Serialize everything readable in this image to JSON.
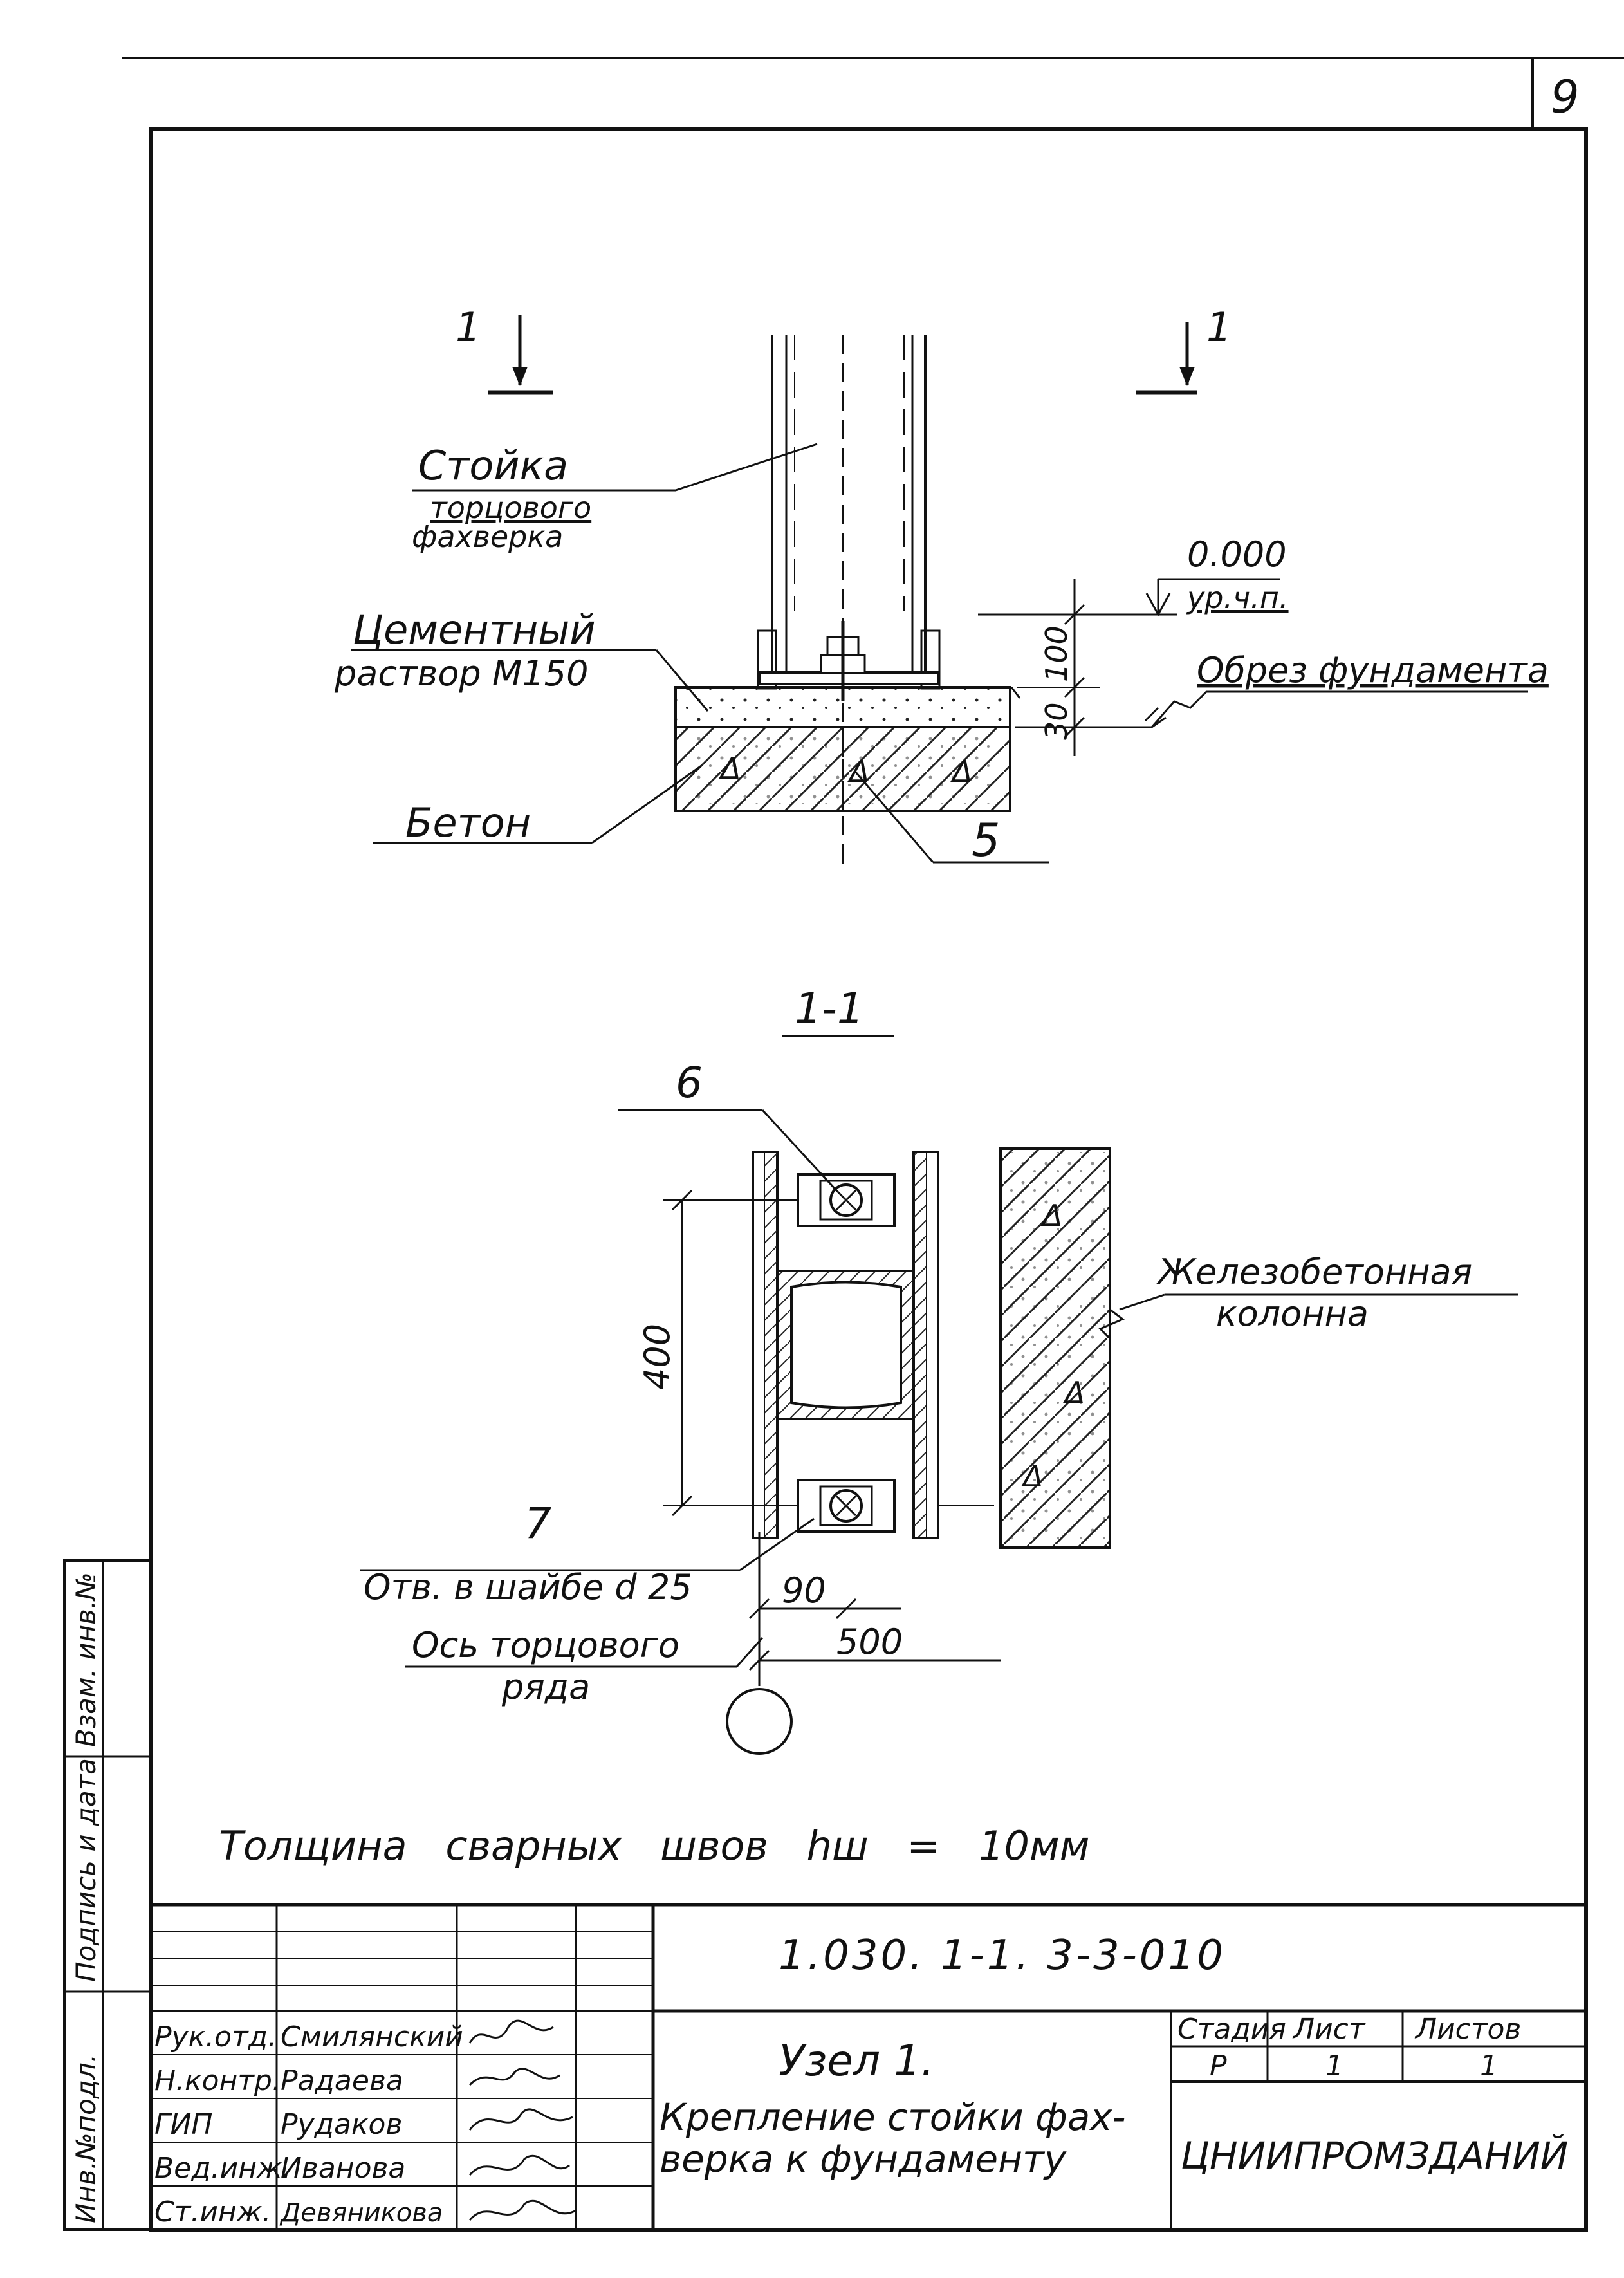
{
  "sheet": {
    "page_number": "9",
    "doc_code": "1.030. 1-1. 3-3-010",
    "welds_note": "Толщина сварных швов hш = 10мм"
  },
  "elevation": {
    "section_mark": "1",
    "post_label_1": "Стойка",
    "post_label_2": "торцового",
    "post_label_3": "фахверка",
    "level_value": "0.000",
    "level_label": "ур.ч.п.",
    "dim_30": "30",
    "dim_100": "100",
    "mortar_label_1": "Цементный",
    "mortar_label_2": "раствор М150",
    "foundation_cut_label": "Обрез фундамента",
    "concrete_label": "Бетон",
    "item_5": "5"
  },
  "section": {
    "title": "1-1",
    "item_6": "6",
    "item_7": "7",
    "dim_400": "400",
    "hole_label": "Отв. в шайбе d 25",
    "dim_90": "90",
    "dim_500": "500",
    "axis_label_1": "Ось торцового",
    "axis_label_2": "ряда",
    "column_label_1": "Железобетонная",
    "column_label_2": "колонна"
  },
  "side_stamp": {
    "col1": "Инв.№подл.",
    "col2": "Подпись и дата",
    "col3": "Взам. инв.№"
  },
  "title_block": {
    "roles": [
      "Рук.отд.",
      "Н.контр.",
      "ГИП",
      "Вед.инж.",
      "Ст.инж."
    ],
    "names": [
      "Смилянский",
      "Радаева",
      "Рудаков",
      "Иванова",
      "Девяникова"
    ],
    "title_1": "Узел 1.",
    "title_2": "Крепление стойки фах-",
    "title_3": "верка к фундаменту",
    "stage_header": "Стадия",
    "sheet_header": "Лист",
    "sheets_header": "Листов",
    "stage_value": "Р",
    "sheet_value": "1",
    "sheets_value": "1",
    "organization": "ЦНИИПРОМЗДАНИЙ"
  }
}
